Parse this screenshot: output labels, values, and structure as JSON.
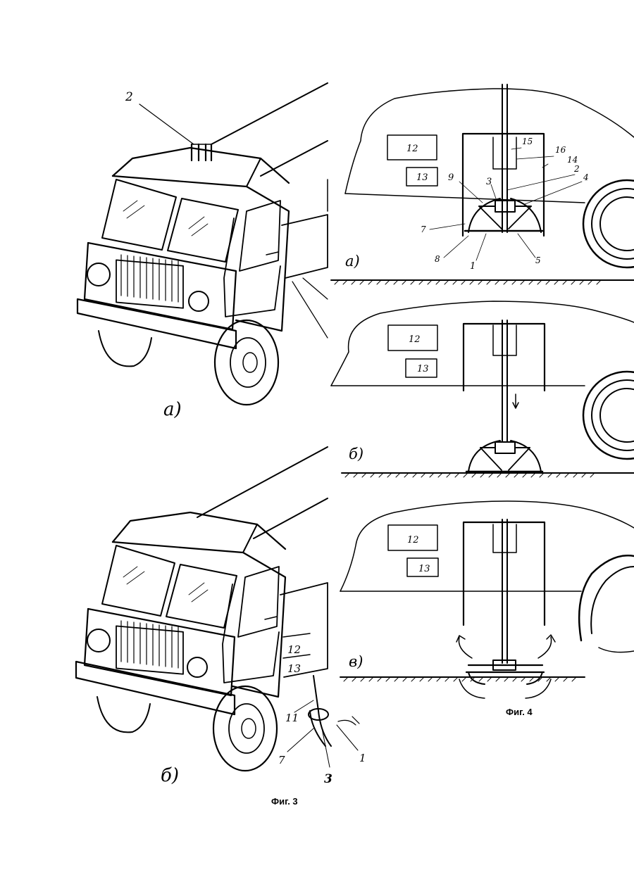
{
  "figure3": {
    "caption": "Фиг. 3",
    "panel_a": {
      "label": "а)",
      "callouts": [
        "2"
      ]
    },
    "panel_b": {
      "label": "б)",
      "callouts": [
        "12",
        "13",
        "11",
        "7",
        "3",
        "1"
      ]
    }
  },
  "figure4": {
    "caption": "Фиг. 4",
    "panel_a": {
      "label": "а)",
      "box_top": "12",
      "box_bottom": "13",
      "callouts": [
        "15",
        "16",
        "14",
        "9",
        "3",
        "2",
        "4",
        "7",
        "8",
        "1",
        "5"
      ]
    },
    "panel_b": {
      "label": "б)",
      "box_top": "12",
      "box_bottom": "13"
    },
    "panel_v": {
      "label": "в)",
      "box_top": "12",
      "box_bottom": "13"
    }
  }
}
